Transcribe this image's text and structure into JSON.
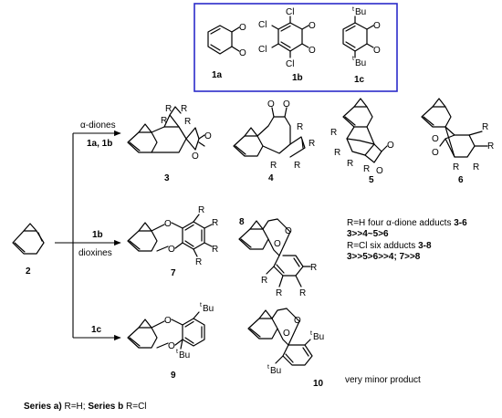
{
  "reagent_box": {
    "border_color": "#2b2bc9",
    "compounds": [
      {
        "label": "1a",
        "substituents": []
      },
      {
        "label": "1b",
        "substituents": [
          "Cl",
          "Cl",
          "Cl",
          "Cl"
        ]
      },
      {
        "label": "1c",
        "substituents": [
          "tBu",
          "tBu"
        ]
      }
    ],
    "tbu_prefix": "t",
    "tbu_suffix": "Bu"
  },
  "start": {
    "label": "2"
  },
  "branches": {
    "top": {
      "reagent_over": "α-diones",
      "reagent_under": "1a, 1b"
    },
    "middle": {
      "reagent_over": "1b",
      "reagent_under": "dioxines"
    },
    "bottom": {
      "reagent_over": "1c"
    }
  },
  "products": [
    {
      "label": "3",
      "substituents": [
        "R",
        "R",
        "R",
        "R"
      ],
      "atoms": [
        "O",
        "O"
      ]
    },
    {
      "label": "4",
      "substituents": [
        "R",
        "R",
        "R",
        "R"
      ],
      "atoms": [
        "O",
        "O"
      ]
    },
    {
      "label": "5",
      "substituents": [
        "R",
        "R",
        "R",
        "R"
      ],
      "atoms": [
        "O",
        "O"
      ]
    },
    {
      "label": "6",
      "substituents": [
        "R",
        "R",
        "R",
        "R"
      ],
      "atoms": [
        "O",
        "O"
      ]
    },
    {
      "label": "7",
      "substituents": [
        "R",
        "R",
        "R",
        "R"
      ],
      "atoms": [
        "O",
        "O"
      ]
    },
    {
      "label": "8",
      "substituents": [
        "R",
        "R",
        "R",
        "R"
      ],
      "atoms": [
        "O",
        "O"
      ]
    },
    {
      "label": "9",
      "substituents": [
        "tBu",
        "tBu"
      ],
      "atoms": [
        "O",
        "O"
      ]
    },
    {
      "label": "10",
      "substituents": [
        "tBu",
        "tBu"
      ],
      "atoms": [
        "O",
        "O"
      ]
    }
  ],
  "notes": {
    "line1_text": "R=H four α-dione adducts ",
    "line1_bold": "3-6",
    "line2": "3>>4~5>6",
    "line3_text": "R=Cl six adducts ",
    "line3_bold": "3-8",
    "line4": "3>>5>6>>4; 7>>8"
  },
  "minor_note": "very minor product",
  "series_note": {
    "a_label": "Series a)",
    "a_text": " R=H; ",
    "b_label": "Series b",
    "b_text": " R=Cl"
  }
}
